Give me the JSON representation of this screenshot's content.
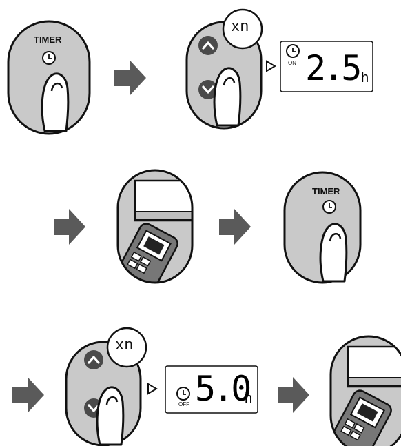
{
  "step1": {
    "timer_label": "TIMER"
  },
  "step2": {
    "multiplier": "xn",
    "mode": "ON",
    "value": "2.5",
    "unit": "h"
  },
  "step4": {
    "timer_label": "TIMER"
  },
  "step5": {
    "multiplier": "xn",
    "mode": "OFF",
    "value": "5.0",
    "unit": "h"
  },
  "colors": {
    "arrow": "#5a5a5a",
    "pill_fill": "#c9c9c9",
    "button_fill": "#4a4a4a",
    "outline": "#111111"
  }
}
